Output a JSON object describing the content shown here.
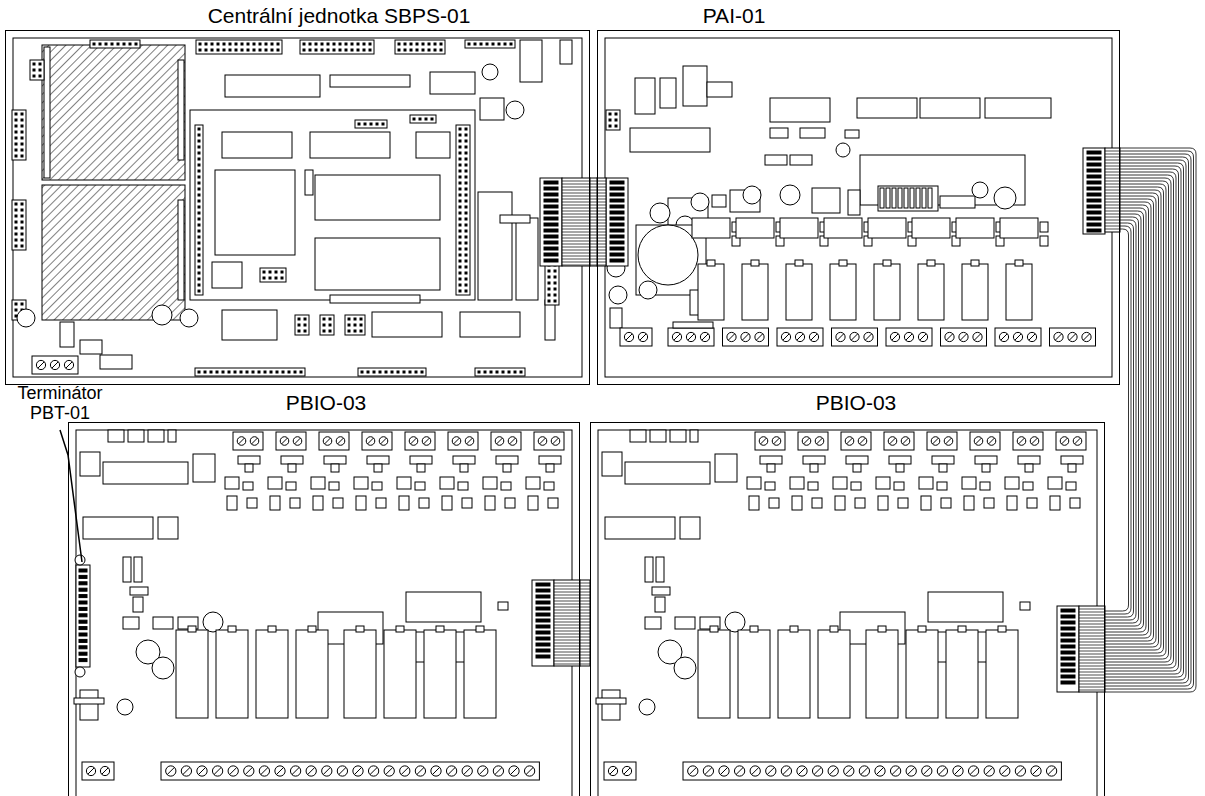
{
  "diagram": {
    "nodes": [
      {
        "text": [
          "Centrální jednotka SBPS-01"
        ]
      },
      {
        "text": [
          "PAI-01"
        ]
      },
      {
        "text": [
          "PBIO-03"
        ]
      },
      {
        "text": [
          "PBIO-03"
        ]
      }
    ],
    "edges": [
      {
        "from": 0,
        "to": 1,
        "arrow": "none"
      },
      {
        "from": 1,
        "to": 3,
        "arrow": "none"
      },
      {
        "from": 3,
        "to": 2,
        "arrow": "none"
      }
    ],
    "labels": [
      "Terminátor PBT-01"
    ]
  }
}
